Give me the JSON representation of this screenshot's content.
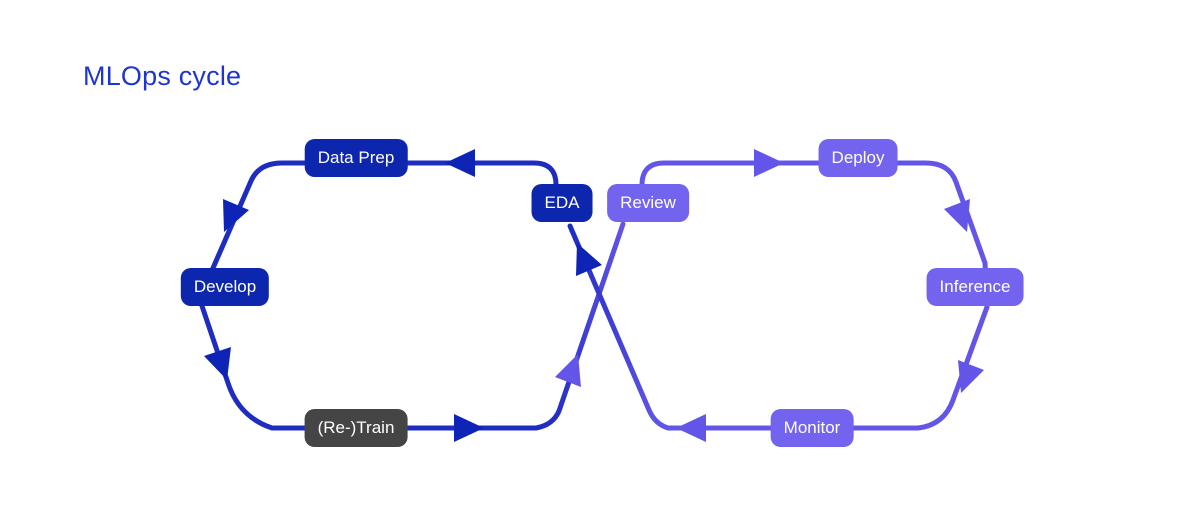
{
  "title": "MLOps cycle",
  "colors": {
    "background": "#ffffff",
    "title_color": "#1D36CF",
    "dev_node": "#0D26AE",
    "dev_line": "#1F2CC2",
    "dev_arrow": "#0E24B6",
    "ops_node": "#7264EF",
    "ops_line": "#6355E8",
    "train_node": "#454545",
    "node_text": "#ffffff"
  },
  "diagram": {
    "nodes": [
      {
        "id": "data-prep",
        "label": "Data Prep",
        "group": "dev"
      },
      {
        "id": "eda",
        "label": "EDA",
        "group": "dev"
      },
      {
        "id": "develop",
        "label": "Develop",
        "group": "dev"
      },
      {
        "id": "retrain",
        "label": "(Re-)Train",
        "group": "train"
      },
      {
        "id": "review",
        "label": "Review",
        "group": "ops"
      },
      {
        "id": "deploy",
        "label": "Deploy",
        "group": "ops"
      },
      {
        "id": "inference",
        "label": "Inference",
        "group": "ops"
      },
      {
        "id": "monitor",
        "label": "Monitor",
        "group": "ops"
      }
    ],
    "edges": [
      {
        "from": "EDA",
        "to": "Data Prep"
      },
      {
        "from": "Data Prep",
        "to": "Develop"
      },
      {
        "from": "Develop",
        "to": "(Re-)Train"
      },
      {
        "from": "(Re-)Train",
        "to": "Review"
      },
      {
        "from": "Review",
        "to": "Deploy"
      },
      {
        "from": "Deploy",
        "to": "Inference"
      },
      {
        "from": "Inference",
        "to": "Monitor"
      },
      {
        "from": "Monitor",
        "to": "EDA"
      }
    ]
  }
}
